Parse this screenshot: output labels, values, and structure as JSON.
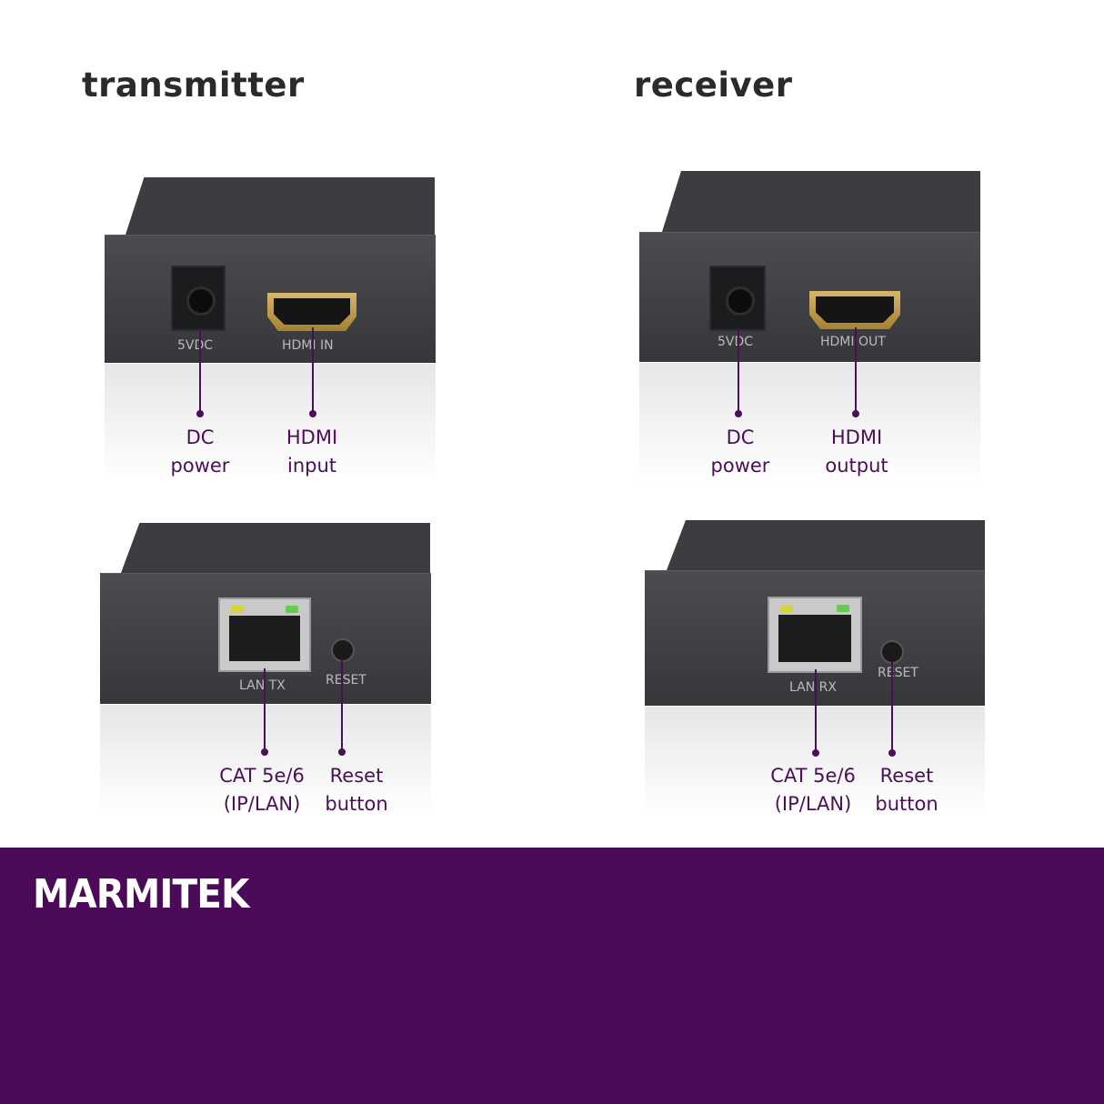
{
  "headings": {
    "transmitter": "transmitter",
    "receiver": "receiver"
  },
  "transmitter": {
    "front_ports": {
      "dc": "5VDC",
      "hdmi": "HDMI IN"
    },
    "back_ports": {
      "lan": "LAN TX",
      "reset": "RESET"
    },
    "callouts": {
      "dc": [
        "DC",
        "power"
      ],
      "hdmi": [
        "HDMI",
        "input"
      ],
      "lan": [
        "CAT 5e/6",
        "(IP/LAN)"
      ],
      "reset": [
        "Reset",
        "button"
      ]
    }
  },
  "receiver": {
    "front_ports": {
      "dc": "5VDC",
      "hdmi": "HDMI OUT"
    },
    "back_ports": {
      "lan": "LAN RX",
      "reset": "RESET"
    },
    "callouts": {
      "dc": [
        "DC",
        "power"
      ],
      "hdmi": [
        "HDMI",
        "output"
      ],
      "lan": [
        "CAT 5e/6",
        "(IP/LAN)"
      ],
      "reset": [
        "Reset",
        "button"
      ]
    }
  },
  "brand": {
    "name": "MARMITEK"
  },
  "colors": {
    "accent": "#4b0a57",
    "device": "#3b3d40",
    "heading": "#2a2a2a"
  },
  "icons": [
    "dc-jack-icon",
    "hdmi-port-icon",
    "rj45-port-icon",
    "reset-button-icon"
  ]
}
